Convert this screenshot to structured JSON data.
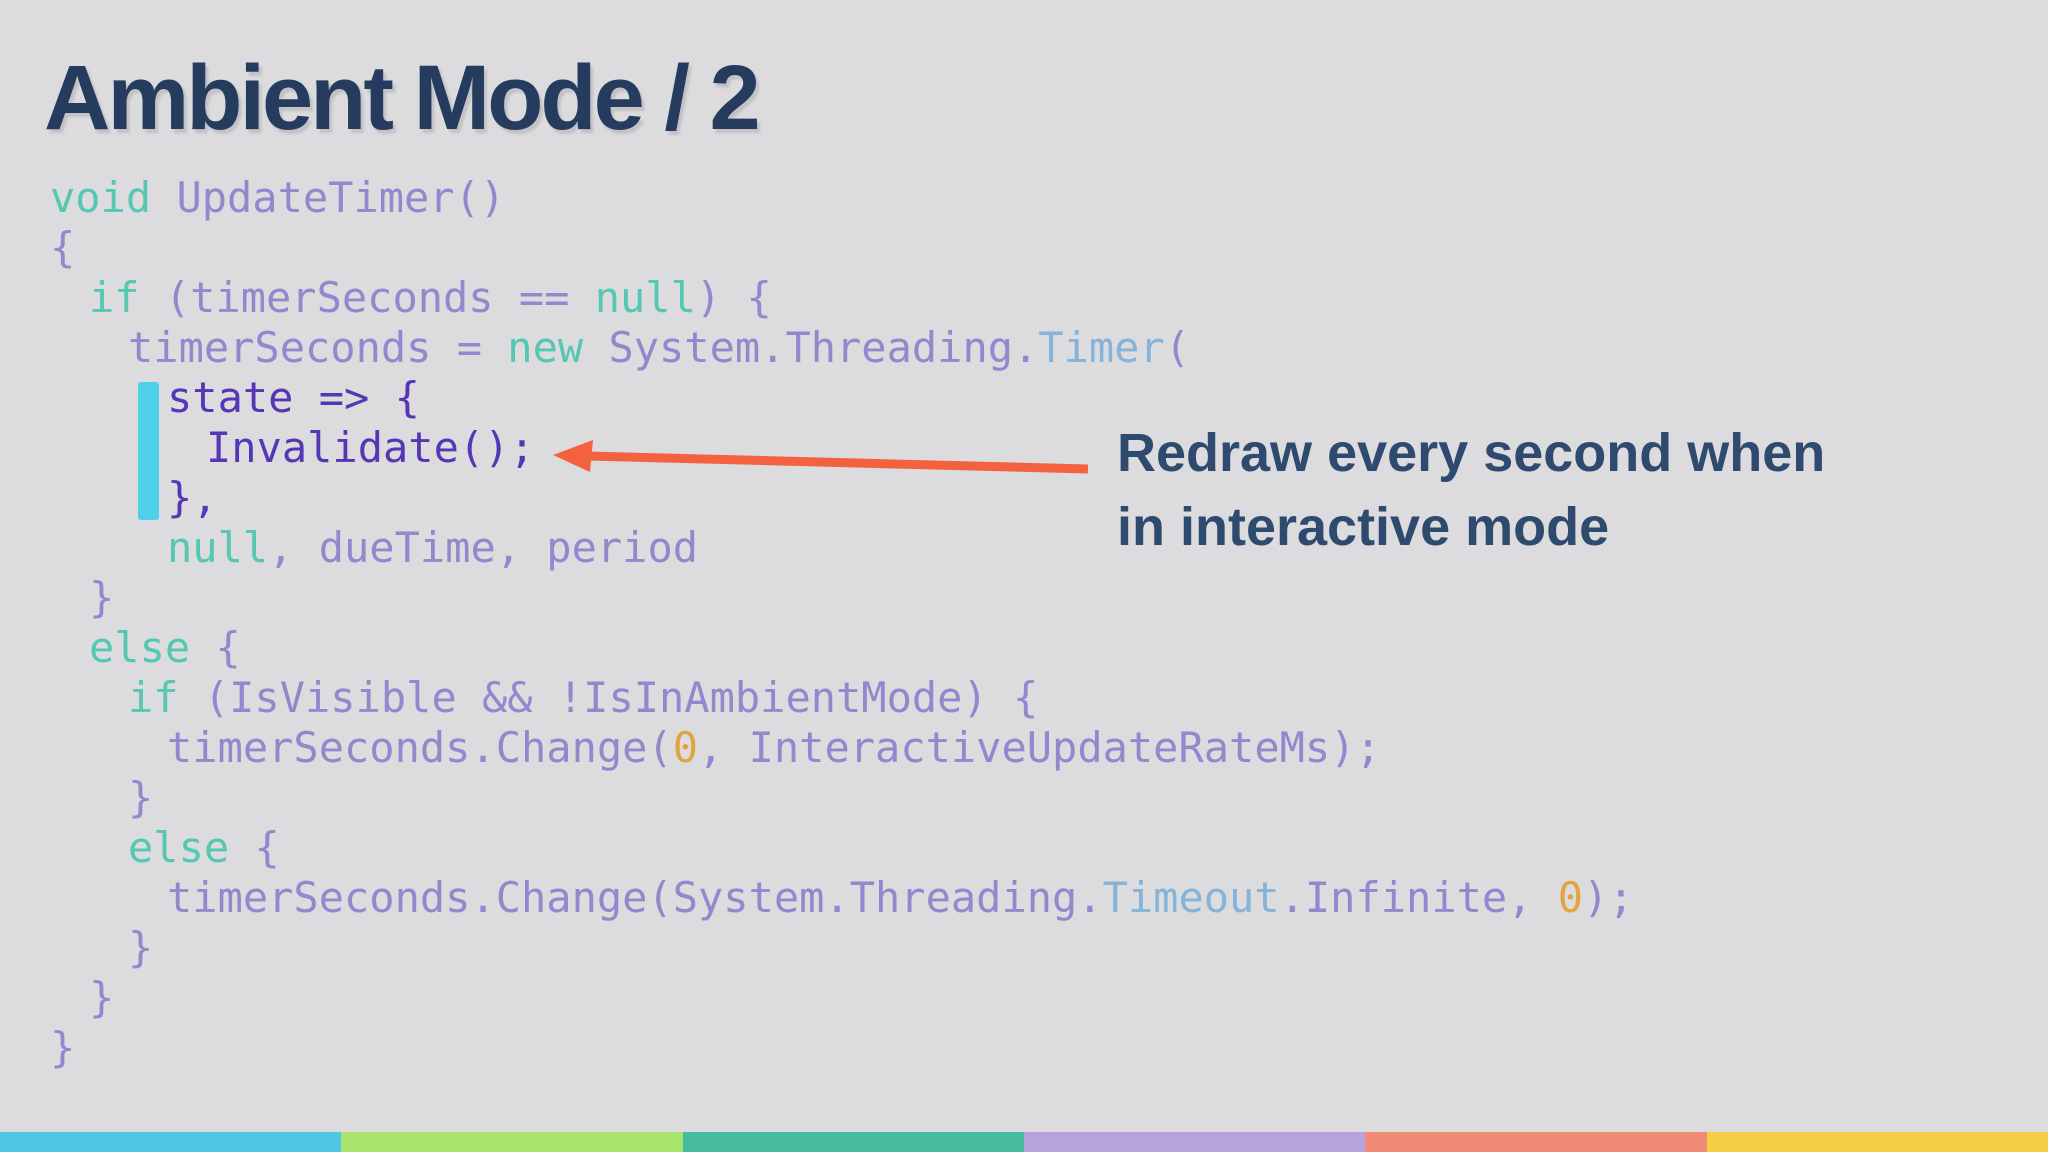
{
  "slide": {
    "title": "Ambient Mode / 2",
    "background_color": "#DCDBDD",
    "title_color": "#253C5F"
  },
  "code": {
    "colors": {
      "keyword": "#55C7B2",
      "identifier": "#9089CD",
      "type": "#85B4D8",
      "number": "#E2A43F",
      "highlight": "#5536B4"
    },
    "highlight_bar_color": "#4FD0E9",
    "lines": [
      {
        "indent": 0,
        "highlighted": false,
        "tokens": [
          {
            "text": "void",
            "color": "keyword"
          },
          {
            "text": " UpdateTimer()",
            "color": "identifier"
          }
        ]
      },
      {
        "indent": 0,
        "highlighted": false,
        "tokens": [
          {
            "text": "{",
            "color": "identifier"
          }
        ]
      },
      {
        "indent": 1,
        "highlighted": false,
        "tokens": [
          {
            "text": "if",
            "color": "keyword"
          },
          {
            "text": " (timerSeconds == ",
            "color": "identifier"
          },
          {
            "text": "null",
            "color": "keyword"
          },
          {
            "text": ") {",
            "color": "identifier"
          }
        ]
      },
      {
        "indent": 2,
        "highlighted": false,
        "tokens": [
          {
            "text": "timerSeconds = ",
            "color": "identifier"
          },
          {
            "text": "new",
            "color": "keyword"
          },
          {
            "text": " System.Threading.",
            "color": "identifier"
          },
          {
            "text": "Timer",
            "color": "type"
          },
          {
            "text": "(",
            "color": "identifier"
          }
        ]
      },
      {
        "indent": 3,
        "highlighted": true,
        "tokens": [
          {
            "text": "state => {",
            "color": "highlight"
          }
        ]
      },
      {
        "indent": 4,
        "highlighted": true,
        "tokens": [
          {
            "text": "Invalidate();",
            "color": "highlight"
          }
        ]
      },
      {
        "indent": 3,
        "highlighted": true,
        "tokens": [
          {
            "text": "},",
            "color": "highlight"
          }
        ]
      },
      {
        "indent": 3,
        "highlighted": false,
        "tokens": [
          {
            "text": "null",
            "color": "keyword"
          },
          {
            "text": ", dueTime, period",
            "color": "identifier"
          }
        ]
      },
      {
        "indent": 1,
        "highlighted": false,
        "tokens": [
          {
            "text": "}",
            "color": "identifier"
          }
        ]
      },
      {
        "indent": 1,
        "highlighted": false,
        "tokens": [
          {
            "text": "else",
            "color": "keyword"
          },
          {
            "text": " {",
            "color": "identifier"
          }
        ]
      },
      {
        "indent": 2,
        "highlighted": false,
        "tokens": [
          {
            "text": "if",
            "color": "keyword"
          },
          {
            "text": " (IsVisible && !IsInAmbientMode) {",
            "color": "identifier"
          }
        ]
      },
      {
        "indent": 3,
        "highlighted": false,
        "tokens": [
          {
            "text": "timerSeconds.Change(",
            "color": "identifier"
          },
          {
            "text": "0",
            "color": "number"
          },
          {
            "text": ", InteractiveUpdateRateMs);",
            "color": "identifier"
          }
        ]
      },
      {
        "indent": 2,
        "highlighted": false,
        "tokens": [
          {
            "text": "}",
            "color": "identifier"
          }
        ]
      },
      {
        "indent": 2,
        "highlighted": false,
        "tokens": [
          {
            "text": "else",
            "color": "keyword"
          },
          {
            "text": " {",
            "color": "identifier"
          }
        ]
      },
      {
        "indent": 3,
        "highlighted": false,
        "tokens": [
          {
            "text": "timerSeconds.Change(System.Threading.",
            "color": "identifier"
          },
          {
            "text": "Timeout",
            "color": "type"
          },
          {
            "text": ".Infinite, ",
            "color": "identifier"
          },
          {
            "text": "0",
            "color": "number"
          },
          {
            "text": ");",
            "color": "identifier"
          }
        ]
      },
      {
        "indent": 2,
        "highlighted": false,
        "tokens": [
          {
            "text": "}",
            "color": "identifier"
          }
        ]
      },
      {
        "indent": 1,
        "highlighted": false,
        "tokens": [
          {
            "text": "}",
            "color": "identifier"
          }
        ]
      },
      {
        "indent": 0,
        "highlighted": false,
        "tokens": [
          {
            "text": "}",
            "color": "identifier"
          }
        ]
      }
    ]
  },
  "annotation": {
    "line1": "Redraw every second when",
    "line2": "in interactive mode",
    "text_color": "#2E4A6E",
    "arrow_color": "#F4613E"
  },
  "footer_stripe": {
    "colors": [
      "#4EC7E4",
      "#A9E46E",
      "#47BB9F",
      "#B6A3DE",
      "#F18B76",
      "#F5CE44"
    ]
  }
}
